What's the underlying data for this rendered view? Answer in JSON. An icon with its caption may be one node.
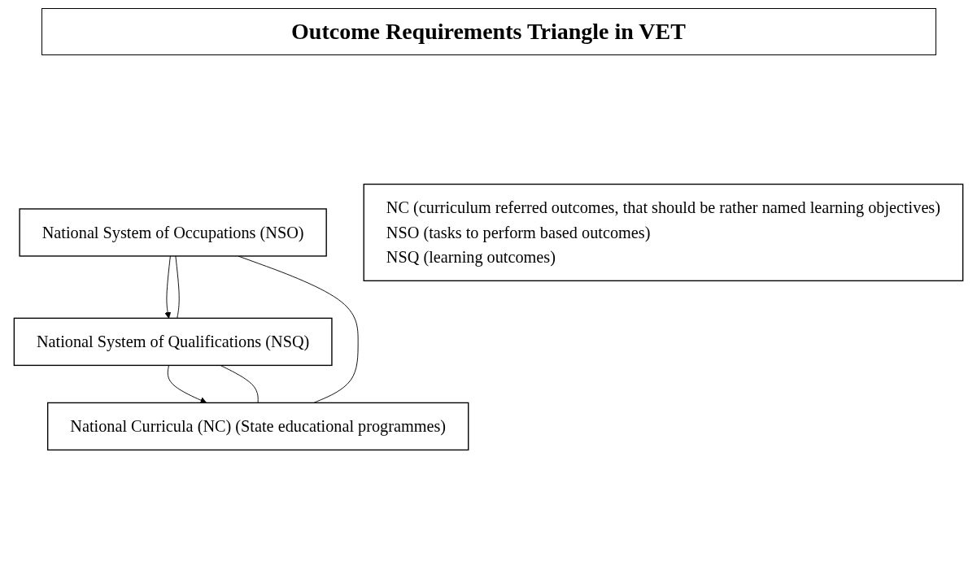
{
  "diagram": {
    "title": "Outcome Requirements Triangle in VET",
    "nodes": [
      {
        "text": [
          "National System of Occupations (NSO)"
        ]
      },
      {
        "text": [
          "National System of Qualifications (NSQ)"
        ]
      },
      {
        "text": [
          "National Curricula (NC) (State educational programmes)"
        ]
      },
      {
        "text": [
          "NC (curriculum referred outcomes, that should be rather named learning objectives)",
          "NSO (tasks to perform based outcomes)",
          "NSQ (learning outcomes)"
        ]
      }
    ],
    "edges": [
      {
        "from": 0,
        "to": 1,
        "arrow": "to"
      },
      {
        "from": 1,
        "to": 2,
        "arrow": "to"
      },
      {
        "from": 2,
        "to": 0,
        "arrow": "none"
      },
      {
        "from": 0,
        "to": 1,
        "arrow": "none"
      },
      {
        "from": 1,
        "to": 2,
        "arrow": "none"
      }
    ]
  }
}
